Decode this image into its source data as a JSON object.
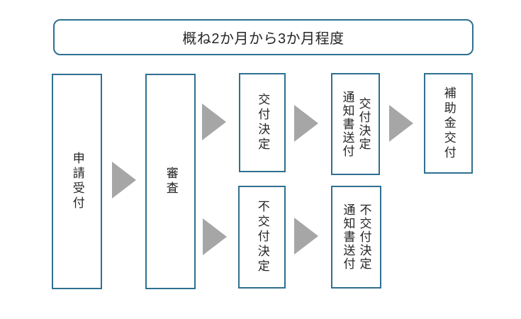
{
  "banner": {
    "label": "概ね2か月から3か月程度"
  },
  "flow": {
    "steps": {
      "application": "申請受付",
      "review": "審査",
      "grant_decision": "交付決定",
      "grant_decision_notice": "交付決定\n通知書送付",
      "subsidy_payment": "補助金交付",
      "rejection_decision": "不交付決定",
      "rejection_decision_notice": "不交付決定\n通知書送付"
    },
    "arrow_icon": "right-pointing-triangle"
  },
  "colors": {
    "box_border": "#2E7090",
    "arrow": "#A6A6A6",
    "text": "#262626",
    "background": "#FFFFFF"
  }
}
